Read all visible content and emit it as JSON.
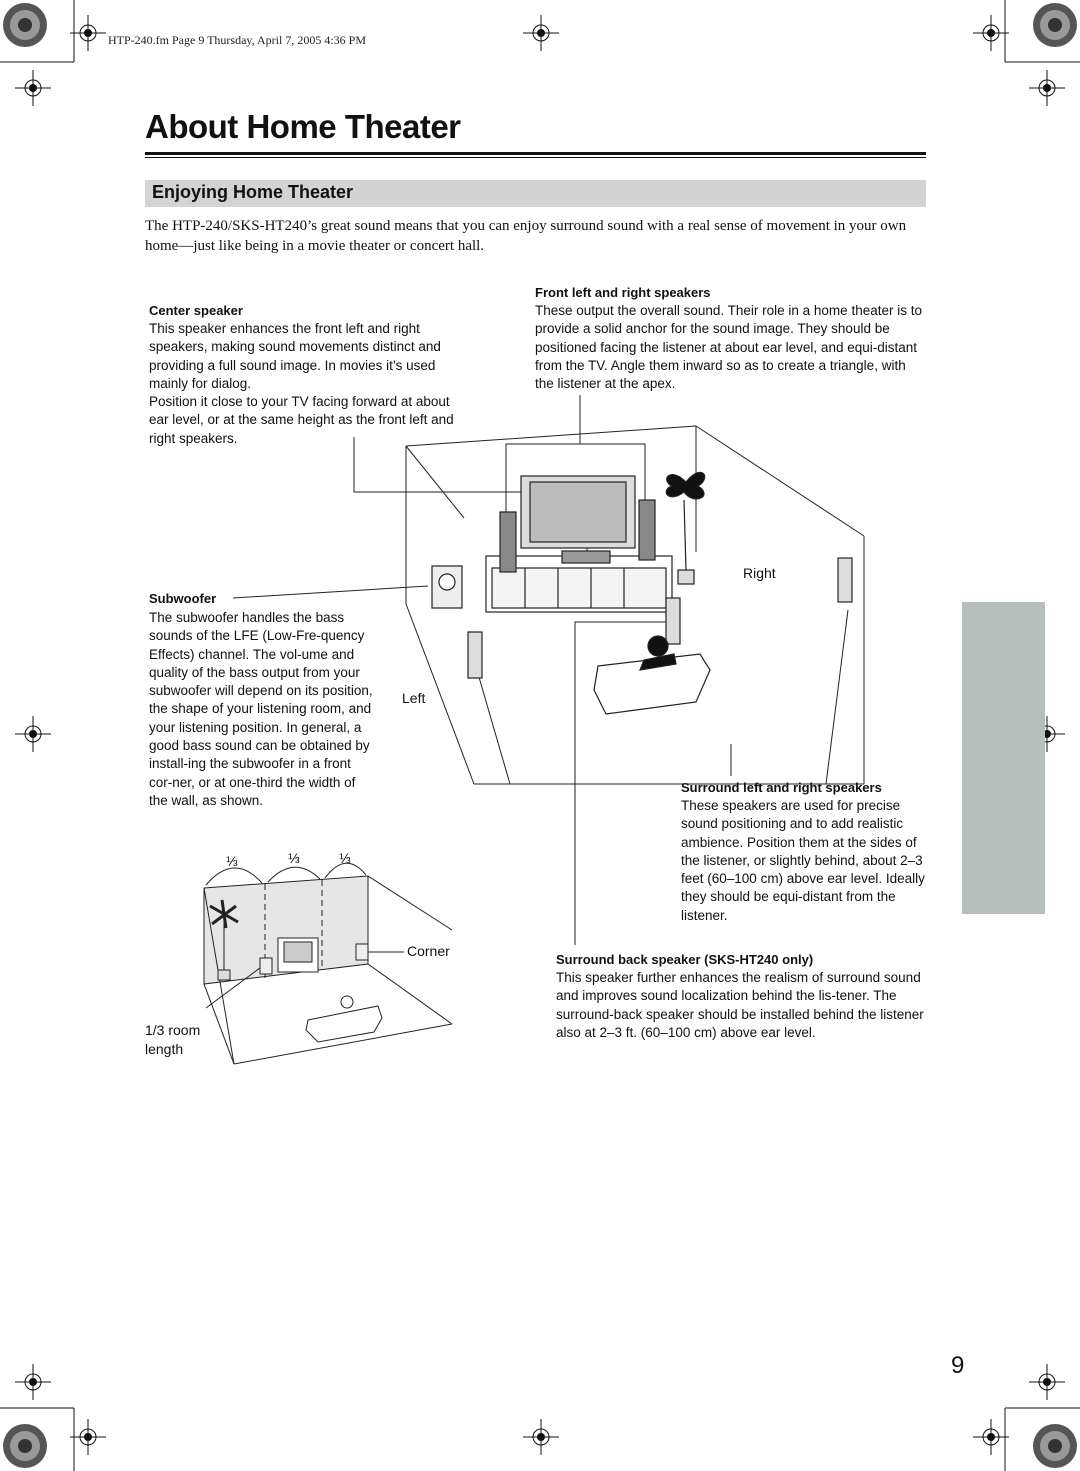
{
  "header": {
    "file_line": "HTP-240.fm  Page 9  Thursday, April 7, 2005  4:36 PM"
  },
  "title": "About Home Theater",
  "section": {
    "title": "Enjoying Home Theater"
  },
  "intro": "The HTP-240/SKS-HT240’s great sound means that you can enjoy surround sound with a real sense of movement in your own home—just like being in a movie theater or concert hall.",
  "center_speaker": {
    "heading": "Center speaker",
    "body1": "This speaker enhances the front left and right speakers, making sound movements distinct and providing a full sound image. In movies it’s used mainly for dialog.",
    "body2": "Position it close to your TV facing forward at about ear level, or at the same height as the front left and right speakers."
  },
  "front_speakers": {
    "heading": "Front left and right speakers",
    "body": "These output the overall sound. Their role in a home theater is to provide a solid anchor for the sound image. They should be positioned facing the listener at about ear level, and equi-distant from the TV. Angle them inward so as to create a triangle, with the listener at the apex."
  },
  "subwoofer": {
    "heading": "Subwoofer",
    "body": "The subwoofer handles the bass sounds of the LFE (Low-Fre-quency Effects) channel. The vol-ume and quality of the bass output from your subwoofer will depend on its position, the shape of your listening room, and your listening position. In general, a good bass sound can be obtained by install-ing the subwoofer in a front cor-ner, or at one-third the width of the wall, as shown."
  },
  "surround_speakers": {
    "heading": "Surround left and right speakers",
    "body": "These speakers are used for precise sound positioning and to add realistic ambience. Position them at the sides of the listener, or slightly behind, about 2–3 feet (60–100 cm) above ear level. Ideally they should be equi-distant from the listener."
  },
  "surround_back": {
    "heading": "Surround back speaker (SKS-HT240 only)",
    "body": "This speaker further enhances the realism of surround sound and improves sound localization behind the lis-tener. The surround-back speaker should be installed behind the listener also at 2–3 ft. (60–100 cm) above ear level."
  },
  "diagram_labels": {
    "right": "Right",
    "left": "Left",
    "corner": "Corner",
    "room_length_1": "1/3 room",
    "room_length_2": "length",
    "third": "⅓"
  },
  "page_number": "9",
  "colors": {
    "section_bar": "#d3d3d3",
    "side_tab": "#b6bfbc",
    "room_wall": "#e6e6e6"
  }
}
